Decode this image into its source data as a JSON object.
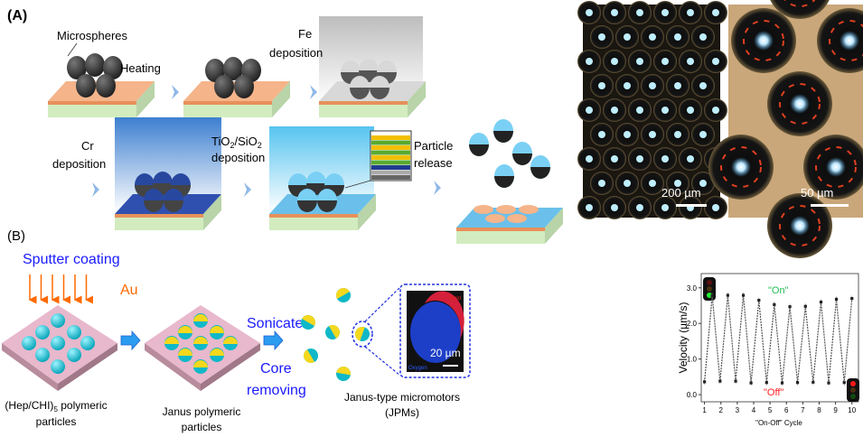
{
  "panel_a": {
    "label": "(A)",
    "steps": {
      "microspheres": "Microspheres",
      "heating": "Heating",
      "fe_1": "Fe",
      "fe_2": "deposition",
      "cr_1": "Cr",
      "cr_2": "deposition",
      "tio2_1": "TiO",
      "tio2_sub": "2",
      "tio2_2": "/SiO",
      "tio2_sub2": "2",
      "tio2_3": "deposition",
      "release_1": "Particle",
      "release_2": "release"
    },
    "micrographs": [
      {
        "scale_bar": "200 µm"
      },
      {
        "scale_bar": "50 µm"
      }
    ]
  },
  "panel_b": {
    "label": "(B)",
    "sputter": "Sputter coating",
    "au": "Au",
    "caption1_a": "(Hep/CHI)",
    "caption1_sub": "5",
    "caption1_b": " polymeric",
    "caption1_c": "particles",
    "caption2_a": "Janus polymeric",
    "caption2_b": "particles",
    "sonicate": "Sonicate",
    "core_1": "Core",
    "core_2": "removing",
    "caption3_a": "Janus-type micromotors",
    "caption3_b": "(JPMs)",
    "inset": {
      "gold": "Gold",
      "oxygen": "Oxygen",
      "scale_bar": "20 µm"
    },
    "colors": {
      "label_blue": "#1a1aff",
      "au_orange": "#ff6a00",
      "particle_cyan": "#1fc8d8",
      "gold": "#f2d21a",
      "plate": "#e8b8cc"
    }
  },
  "chart_data": {
    "type": "line",
    "xlabel": "\"On-Off\" Cycle",
    "ylabel": "Velocity (µm/s)",
    "xlim": [
      0.8,
      10.4
    ],
    "ylim": [
      -0.2,
      3.4
    ],
    "xticks": [
      "1",
      "2",
      "3",
      "4",
      "5",
      "6",
      "7",
      "8",
      "9",
      "10"
    ],
    "yticks": [
      "0.0",
      "1.0",
      "2.0",
      "3.0"
    ],
    "grid": false,
    "annotations": {
      "on": "\"On\"",
      "off": "\"Off\""
    },
    "annotation_colors": {
      "on": "#22bb55",
      "off": "#ff2020"
    },
    "x": [
      1.0,
      1.47,
      1.95,
      2.42,
      2.9,
      3.37,
      3.84,
      4.32,
      4.79,
      5.26,
      5.74,
      6.21,
      6.68,
      7.16,
      7.63,
      8.11,
      8.58,
      9.05,
      9.53,
      10.0
    ],
    "values": [
      0.36,
      2.78,
      0.38,
      2.79,
      0.38,
      2.79,
      0.33,
      2.65,
      0.34,
      2.53,
      0.33,
      2.47,
      0.34,
      2.48,
      0.35,
      2.6,
      0.33,
      2.68,
      0.34,
      2.7
    ]
  }
}
